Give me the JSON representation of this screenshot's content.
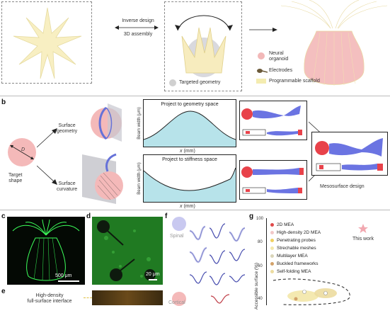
{
  "panel_a": {
    "arrow_top": "Inverse design",
    "arrow_bottom": "3D assembly",
    "targeted_geometry": "Targeted geometry",
    "legend": [
      {
        "label": "Neural\norganoid",
        "color": "#f2b8b8"
      },
      {
        "label": "Electrodes",
        "color": "#6b5a3a"
      },
      {
        "label": "Programmable scaffold",
        "color": "#f4ecb0"
      }
    ]
  },
  "panel_b": {
    "letter": "b",
    "target_shape": "Target\nshape",
    "d_label": "D",
    "surface_geometry": "Surface\ngeometry",
    "surface_curvature": "Surface\ncurvature",
    "plot1_title": "Project to geometry space",
    "plot2_title": "Project to stiffness space",
    "ylabel": "Beam width (μm)",
    "xlabel_html": "x",
    "xlabel_unit": " (mm)",
    "mesosurface": "Mesosurface design"
  },
  "panel_c": {
    "letter": "c",
    "scale": "500 μm"
  },
  "panel_d": {
    "letter": "d",
    "scale": "20 μm"
  },
  "panel_e": {
    "letter": "e",
    "text": "High-density\nfull-surface interface"
  },
  "panel_f": {
    "letter": "f",
    "spinal": "Spinal",
    "cortical": "Cortical"
  },
  "panel_g": {
    "letter": "g",
    "y_tick_top": "100",
    "y_ticks": [
      "100",
      "80",
      "60",
      "40"
    ],
    "ylabel": "Accessible surface (%)",
    "this_work": "This work",
    "legend": [
      {
        "label": "2D MEA",
        "color": "#e04a4a"
      },
      {
        "label": "High-density 2D MEA",
        "color": "#f2c7c7"
      },
      {
        "label": "Penetrating probes",
        "color": "#f0d060"
      },
      {
        "label": "Strechable meshes",
        "color": "#f3e7a8"
      },
      {
        "label": "Multilayer MEA",
        "color": "#d9d4b8"
      },
      {
        "label": "Buckled frameworks",
        "color": "#d3a26a"
      },
      {
        "label": "Self-folding MEA",
        "color": "#ecdca0"
      }
    ]
  }
}
